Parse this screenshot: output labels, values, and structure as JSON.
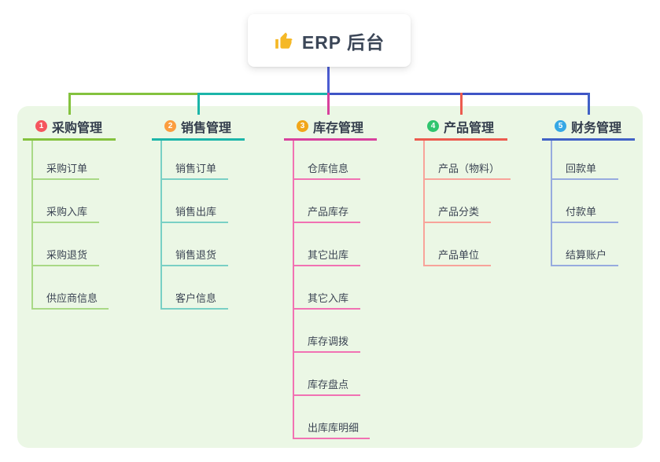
{
  "root": {
    "title": "ERP 后台",
    "icon": "thumbs-up-icon"
  },
  "colors": {
    "root_connector": "#4c5cd2",
    "rail_right": "#3f54c6",
    "panel_bg": "#ebf7e5",
    "root_box_bg": "#ffffff",
    "header_text": "#333d4c",
    "item_text": "#3c4554",
    "thumb_icon": "#f5b826"
  },
  "branches": [
    {
      "num": "1",
      "label": "采购管理",
      "badge_color": "#f5565e",
      "line_color": "#84c23e",
      "item_line_color": "#a9d986",
      "items": [
        "采购订单",
        "采购入库",
        "采购退货",
        "供应商信息"
      ]
    },
    {
      "num": "2",
      "label": "销售管理",
      "badge_color": "#fb9d3f",
      "line_color": "#1cb5a9",
      "item_line_color": "#79d0c5",
      "items": [
        "销售订单",
        "销售出库",
        "销售退货",
        "客户信息"
      ]
    },
    {
      "num": "3",
      "label": "库存管理",
      "badge_color": "#f1a619",
      "line_color": "#d8419e",
      "item_line_color": "#f172b3",
      "items": [
        "仓库信息",
        "产品库存",
        "其它出库",
        "其它入库",
        "库存调拨",
        "库存盘点",
        "出库库明细"
      ]
    },
    {
      "num": "4",
      "label": "产品管理",
      "badge_color": "#2fc56e",
      "line_color": "#ec5b4f",
      "item_line_color": "#f8a39a",
      "items": [
        "产品（物料）",
        "产品分类",
        "产品单位"
      ]
    },
    {
      "num": "5",
      "label": "财务管理",
      "badge_color": "#35a7e5",
      "line_color": "#4161c6",
      "item_line_color": "#97abdf",
      "items": [
        "回款单",
        "付款单",
        "结算账户"
      ]
    }
  ]
}
